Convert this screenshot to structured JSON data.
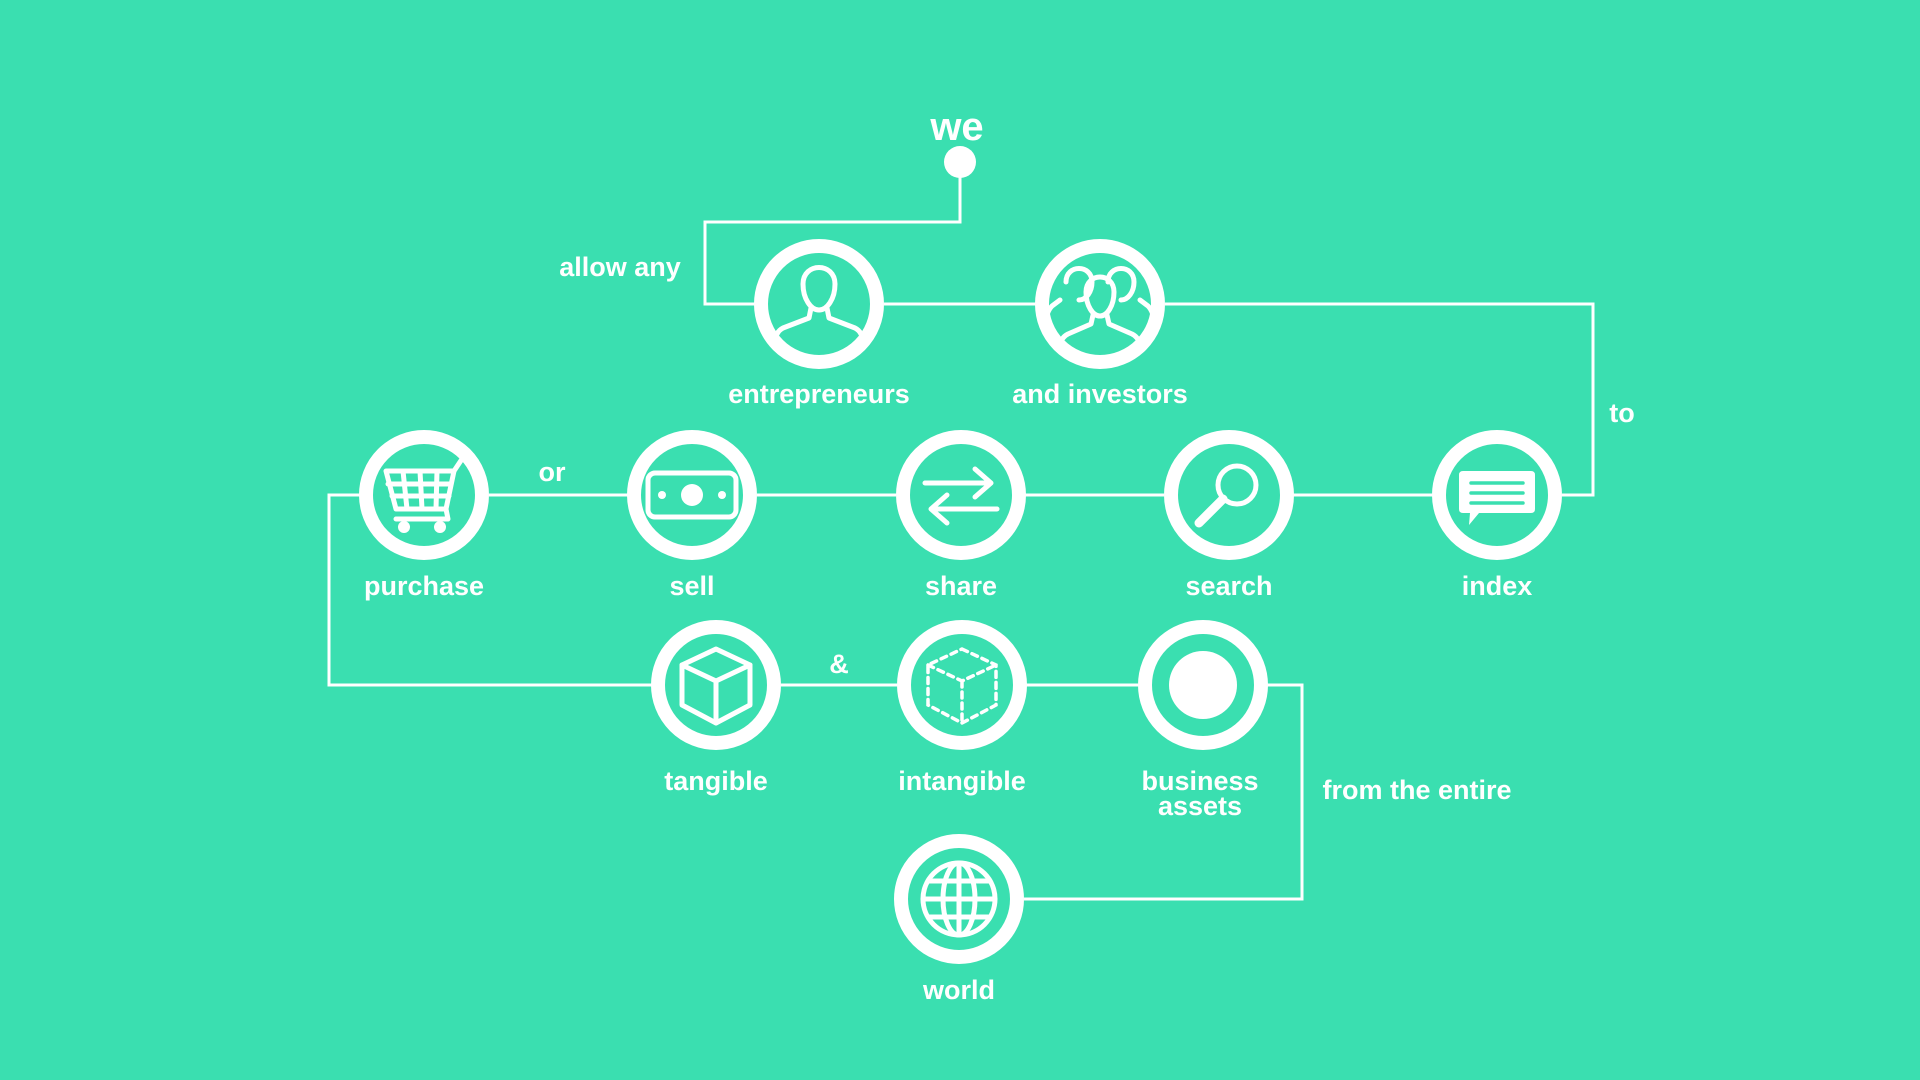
{
  "title": "we",
  "connectors": {
    "allow_any": "allow any",
    "to": "to",
    "or": "or",
    "amp": "&",
    "from_the_entire": "from the entire"
  },
  "nodes": {
    "entrepreneurs": "entrepreneurs",
    "investors": "and investors",
    "purchase": "purchase",
    "sell": "sell",
    "share": "share",
    "search": "search",
    "index": "index",
    "tangible": "tangible",
    "intangible": "intangible",
    "business_line1": "business",
    "business_line2": "assets",
    "world": "world"
  },
  "icons": {
    "entrepreneurs": "person-icon",
    "investors": "group-icon",
    "purchase": "shopping-cart-icon",
    "sell": "banknote-icon",
    "share": "exchange-arrows-icon",
    "search": "magnifier-icon",
    "index": "message-list-icon",
    "tangible": "solid-cube-icon",
    "intangible": "dashed-cube-icon",
    "business": "filled-dot-icon",
    "world": "globe-icon"
  },
  "colors": {
    "background": "#3ADFB0",
    "foreground": "#FFFFFF"
  }
}
